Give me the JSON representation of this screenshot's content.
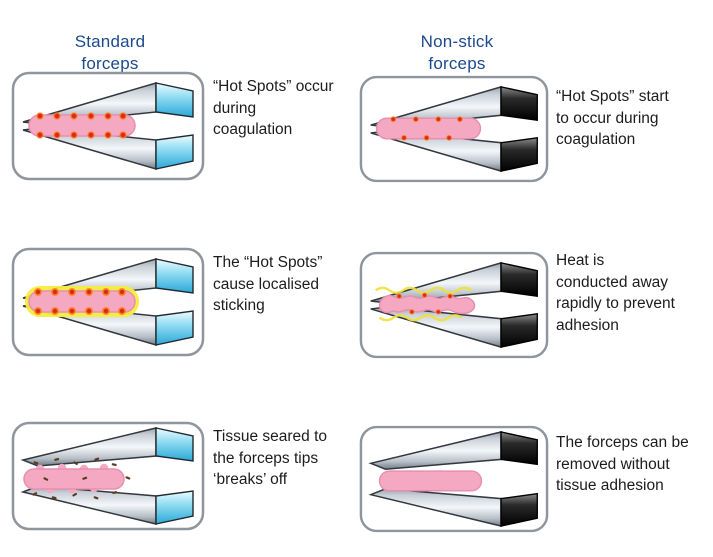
{
  "headers": {
    "left": "Standard\nforceps",
    "right": "Non-stick\nforceps"
  },
  "rows": [
    {
      "left_caption": "“Hot Spots” occur\nduring\ncoagulation",
      "right_caption": "“Hot Spots” start\nto occur during\ncoagulation"
    },
    {
      "left_caption": "The “Hot Spots”\ncause localised\nsticking",
      "right_caption": "Heat is\nconducted away\nrapidly to prevent\nadhesion"
    },
    {
      "left_caption": "Tissue seared to\nthe forceps tips\n‘breaks’ off",
      "right_caption": "The forceps can be\nremoved without\ntissue adhesion"
    }
  ],
  "legend": {
    "header_color": "#1c4a8e",
    "hot_spot_color": "#e3251c",
    "heat_glow_color": "#f7ec3d",
    "tissue_color": "#f5a8c2",
    "standard_handle_color": "#59c3e6",
    "nonstick_handle_color": "#111111"
  }
}
